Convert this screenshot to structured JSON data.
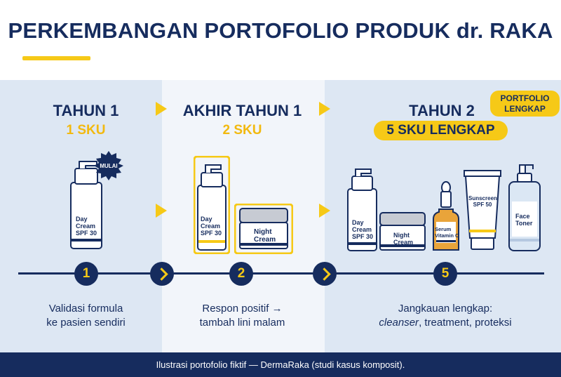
{
  "title": "PERKEMBANGAN PORTOFOLIO PRODUK dr. RAKA",
  "stages": [
    {
      "year": "TAHUN 1",
      "sku": "1 SKU",
      "node": "1",
      "desc_line1": "Validasi formula",
      "desc_line2": "ke pasien sendiri"
    },
    {
      "year": "AKHIR TAHUN 1",
      "sku": "2 SKU",
      "node": "2",
      "desc_line1": "Respon positif →",
      "desc_line2": "tambah lini malam"
    },
    {
      "year": "TAHUN 2",
      "sku": "5 SKU LENGKAP",
      "node": "5",
      "desc_line1": "Jangkauan lengkap:",
      "desc_italic": "cleanser",
      "desc_rest": ", treatment, proteksi"
    }
  ],
  "badges": {
    "start": "MULAI",
    "full_line1": "PORTFOLIO",
    "full_line2": "LENGKAP"
  },
  "products": {
    "day_cream": [
      "Day",
      "Cream",
      "SPF 30"
    ],
    "night_cream": [
      "Night",
      "Cream"
    ],
    "serum": [
      "Serum",
      "Vitamin C"
    ],
    "sunscreen": [
      "Sunscreen",
      "SPF 50"
    ],
    "toner": [
      "Face",
      "Toner"
    ]
  },
  "footer": "Ilustrasi portofolio fiktif — DermaRaka (studi kasus komposit).",
  "colors": {
    "navy": "#162c5e",
    "yellow": "#f6c917",
    "panel_blue": "#dde7f3",
    "panel_light": "#f2f5fa"
  }
}
